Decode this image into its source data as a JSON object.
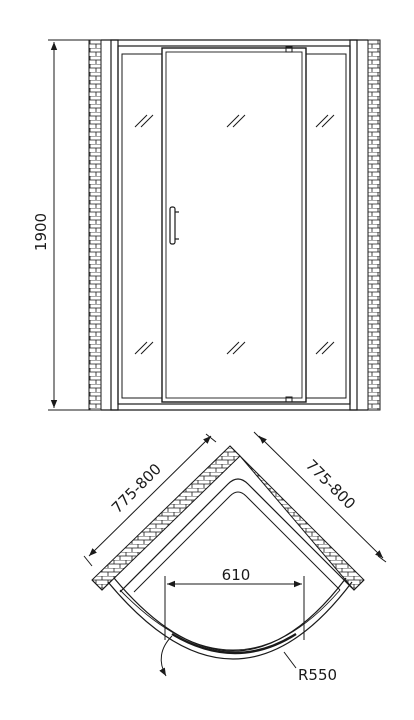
{
  "front_view": {
    "height_label": "1900"
  },
  "plan_view": {
    "left_side_label": "775-800",
    "right_side_label": "775-800",
    "door_width_label": "610",
    "radius_label": "R550"
  },
  "colors": {
    "line": "#1a1a1a",
    "brick_fill": "#ffffff"
  }
}
